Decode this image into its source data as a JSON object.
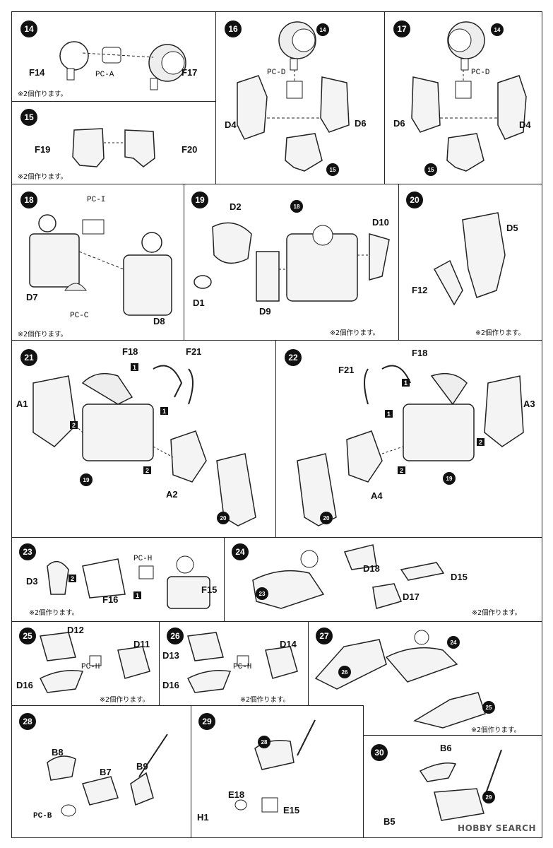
{
  "note_text": "※2個作ります。",
  "p14": {
    "step": "14",
    "parts": [
      "F14",
      "PC-A",
      "F17"
    ]
  },
  "p15": {
    "step": "15",
    "parts": [
      "F19",
      "F20"
    ]
  },
  "p16": {
    "step": "16",
    "ref": "14",
    "parts": [
      "PC-D",
      "D4",
      "D6"
    ],
    "ref2": "15"
  },
  "p17": {
    "step": "17",
    "ref": "14",
    "parts": [
      "PC-D",
      "D6",
      "D4"
    ],
    "ref2": "15"
  },
  "p18": {
    "step": "18",
    "parts": [
      "PC-I",
      "D7",
      "PC-C",
      "D8"
    ]
  },
  "p19": {
    "step": "19",
    "ref": "18",
    "parts": [
      "D2",
      "D10",
      "D1",
      "D9"
    ]
  },
  "p20": {
    "step": "20",
    "parts": [
      "D5",
      "F12"
    ]
  },
  "p21": {
    "step": "21",
    "parts": [
      "F18",
      "F21",
      "A1",
      "A2"
    ],
    "refs": [
      "19",
      "20"
    ],
    "sq": [
      "1",
      "1",
      "2",
      "2"
    ]
  },
  "p22": {
    "step": "22",
    "parts": [
      "F21",
      "F18",
      "A3",
      "A4"
    ],
    "refs": [
      "19",
      "20"
    ],
    "sq": [
      "1",
      "1",
      "2",
      "2"
    ]
  },
  "p23": {
    "step": "23",
    "parts": [
      "D3",
      "PC-H",
      "F15",
      "F16"
    ],
    "sq": [
      "2",
      "1"
    ]
  },
  "p24": {
    "step": "24",
    "ref": "23",
    "parts": [
      "D18",
      "D15",
      "D17"
    ]
  },
  "p25": {
    "step": "25",
    "parts": [
      "D12",
      "D11",
      "PC-H",
      "D16"
    ]
  },
  "p26": {
    "step": "26",
    "parts": [
      "D13",
      "D14",
      "PC-H",
      "D16"
    ]
  },
  "p27": {
    "step": "27",
    "refs": [
      "26",
      "24",
      "25"
    ]
  },
  "p28": {
    "step": "28",
    "parts": [
      "B8",
      "B7",
      "B9",
      "PC-B"
    ]
  },
  "p29": {
    "step": "29",
    "ref": "28",
    "parts": [
      "E18",
      "E15",
      "H1"
    ]
  },
  "p30": {
    "step": "30",
    "ref": "29",
    "parts": [
      "B6",
      "B5"
    ]
  },
  "watermark": "HOBBY SEARCH"
}
